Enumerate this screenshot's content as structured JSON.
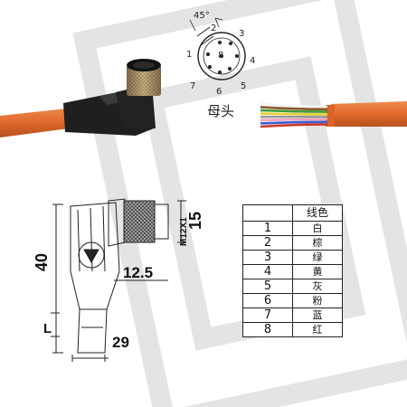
{
  "connector_face": {
    "angle_label": "45°",
    "pins": [
      {
        "id": "pin-1",
        "label": "1"
      },
      {
        "id": "pin-2",
        "label": "2"
      },
      {
        "id": "pin-3",
        "label": "3"
      },
      {
        "id": "pin-4",
        "label": "4"
      },
      {
        "id": "pin-5",
        "label": "5"
      },
      {
        "id": "pin-6",
        "label": "6"
      },
      {
        "id": "pin-7",
        "label": "7"
      },
      {
        "id": "pin-8",
        "label": "8"
      }
    ],
    "caption": "母头"
  },
  "dimensions": {
    "height": "40",
    "width": "15",
    "thread": "M12X1",
    "offset": "12.5",
    "depth": "29",
    "length": "L"
  },
  "wire_table": {
    "header": "线色",
    "rows": [
      {
        "num": "1",
        "color": "白"
      },
      {
        "num": "2",
        "color": "棕"
      },
      {
        "num": "3",
        "color": "绿"
      },
      {
        "num": "4",
        "color": "黄"
      },
      {
        "num": "5",
        "color": "灰"
      },
      {
        "num": "6",
        "color": "粉"
      },
      {
        "num": "7",
        "color": "蓝"
      },
      {
        "num": "8",
        "color": "红"
      }
    ]
  },
  "colors": {
    "cable": "#e06a2c",
    "overmold": "#1f1f1f",
    "nut": "#b39055",
    "watermark": "#e2e2e2",
    "wire_colors": [
      "#f4f4f4",
      "#8b5a2b",
      "#3a9a3a",
      "#e8d23a",
      "#9a9a9a",
      "#f2a0c0",
      "#3a5fd0",
      "#d03a2a"
    ]
  }
}
